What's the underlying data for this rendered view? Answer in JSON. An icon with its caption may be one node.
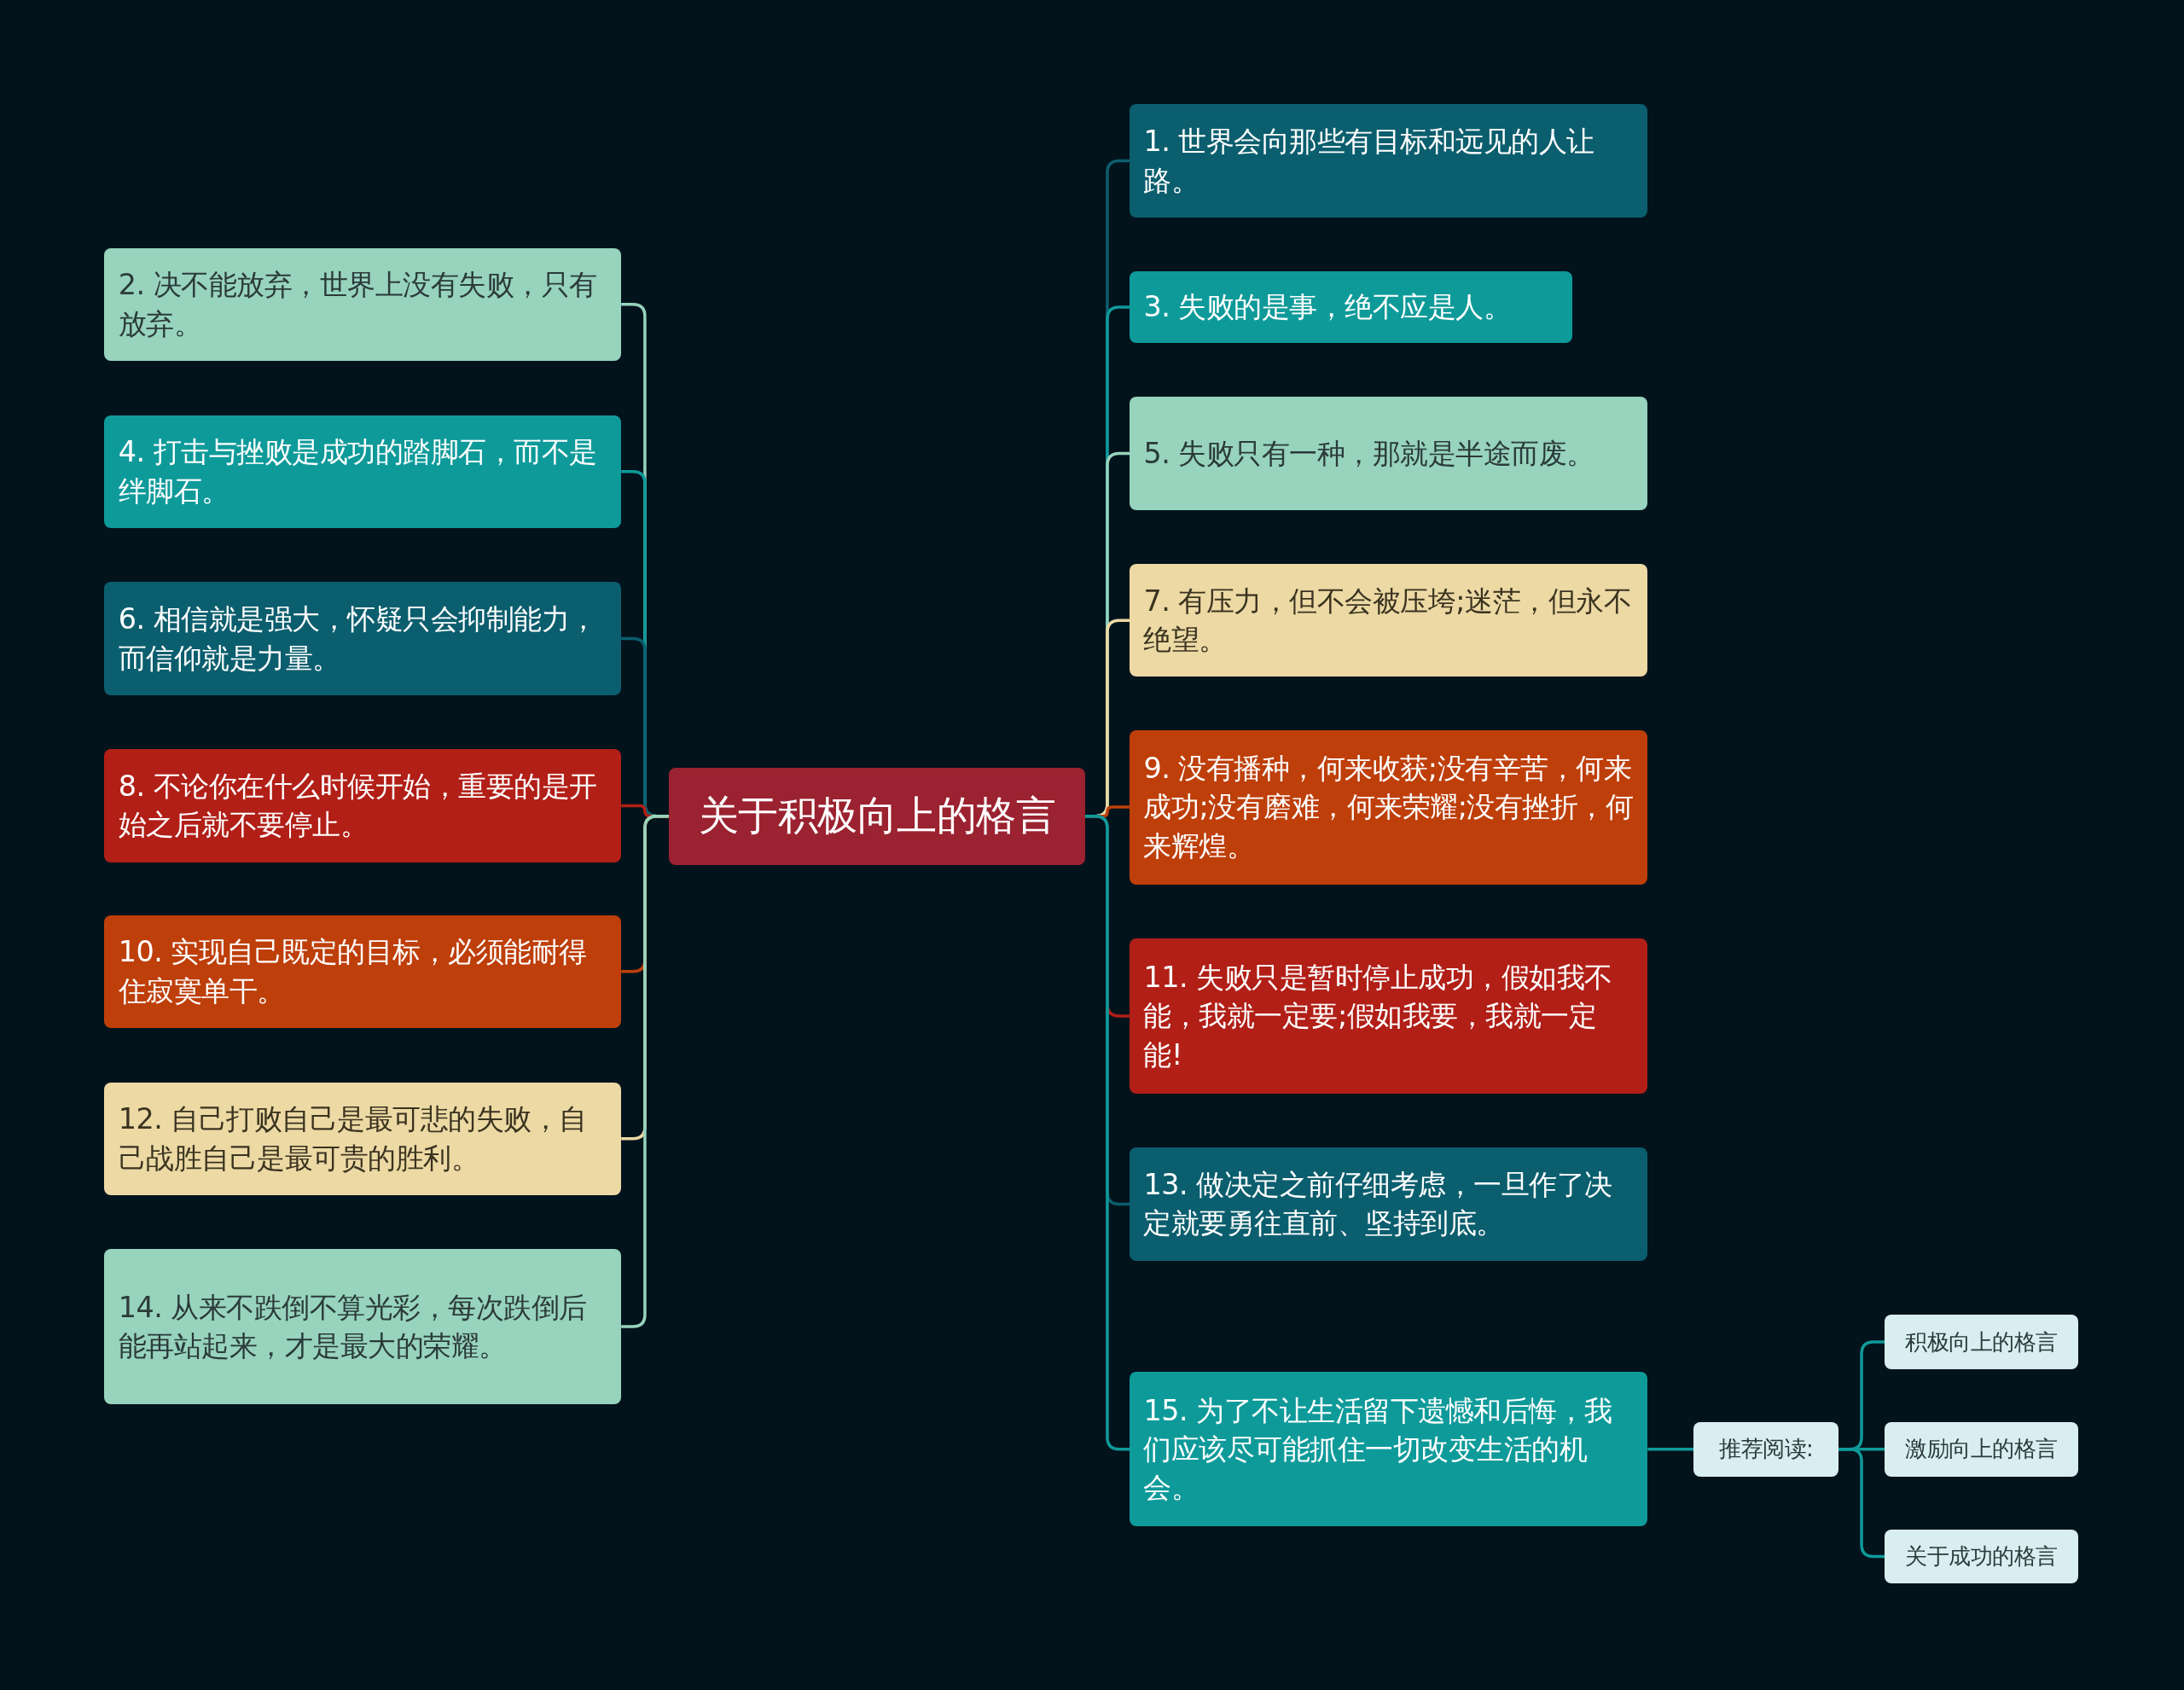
{
  "diagram": {
    "nodes": [
      {
        "text": [
          "关于积极向上的格言"
        ]
      },
      {
        "text": [
          "1. 世界会向那些有目标和远见的人让路。"
        ]
      },
      {
        "text": [
          "2. 决不能放弃，世界上没有失败，只有放弃。"
        ]
      },
      {
        "text": [
          "3. 失败的是事，绝不应是人。"
        ]
      },
      {
        "text": [
          "4. 打击与挫败是成功的踏脚石，而不是绊脚石。"
        ]
      },
      {
        "text": [
          "5. 失败只有一种，那就是半途而废。"
        ]
      },
      {
        "text": [
          "6. 相信就是强大，怀疑只会抑制能力，而信仰就是力量。"
        ]
      },
      {
        "text": [
          "7. 有压力，但不会被压垮;迷茫，但永不绝望。"
        ]
      },
      {
        "text": [
          "8. 不论你在什么时候开始，重要的是开始之后就不要停止。"
        ]
      },
      {
        "text": [
          "9. 没有播种，何来收获;没有辛苦，何来成功;没有磨难，何来荣耀;没有挫折，何来辉煌。"
        ]
      },
      {
        "text": [
          "10. 实现自己既定的目标，必须能耐得住寂寞单干。"
        ]
      },
      {
        "text": [
          "11. 失败只是暂时停止成功，假如我不能，我就一定要;假如我要，我就一定能!"
        ]
      },
      {
        "text": [
          "12. 自己打败自己是最可悲的失败，自己战胜自己是最可贵的胜利。"
        ]
      },
      {
        "text": [
          "13. 做决定之前仔细考虑，一旦作了决定就要勇往直前、坚持到底。"
        ]
      },
      {
        "text": [
          "14. 从来不跌倒不算光彩，每次跌倒后能再站起来，才是最大的荣耀。"
        ]
      },
      {
        "text": [
          "15. 为了不让生活留下遗憾和后悔，我们应该尽可能抓住一切改变生活的机会。"
        ]
      },
      {
        "text": [
          "推荐阅读:"
        ]
      },
      {
        "text": [
          "积极向上的格言"
        ]
      },
      {
        "text": [
          "激励向上的格言"
        ]
      },
      {
        "text": [
          "关于成功的格言"
        ]
      }
    ],
    "edges": [
      {
        "from": 0,
        "to": 1,
        "arrow": "none",
        "color": "#0b5e6e"
      },
      {
        "from": 0,
        "to": 2,
        "arrow": "none",
        "color": "#97d3bd"
      },
      {
        "from": 0,
        "to": 3,
        "arrow": "none",
        "color": "#0f9a9a"
      },
      {
        "from": 0,
        "to": 4,
        "arrow": "none",
        "color": "#0f9a9a"
      },
      {
        "from": 0,
        "to": 5,
        "arrow": "none",
        "color": "#97d3bd"
      },
      {
        "from": 0,
        "to": 6,
        "arrow": "none",
        "color": "#0b5e6e"
      },
      {
        "from": 0,
        "to": 7,
        "arrow": "none",
        "color": "#ecd9a4"
      },
      {
        "from": 0,
        "to": 8,
        "arrow": "none",
        "color": "#b11f17"
      },
      {
        "from": 0,
        "to": 9,
        "arrow": "none",
        "color": "#be3f0a"
      },
      {
        "from": 0,
        "to": 10,
        "arrow": "none",
        "color": "#be3f0a"
      },
      {
        "from": 0,
        "to": 11,
        "arrow": "none",
        "color": "#b11f17"
      },
      {
        "from": 0,
        "to": 12,
        "arrow": "none",
        "color": "#ecd9a4"
      },
      {
        "from": 0,
        "to": 13,
        "arrow": "none",
        "color": "#0b5e6e"
      },
      {
        "from": 0,
        "to": 14,
        "arrow": "none",
        "color": "#97d3bd"
      },
      {
        "from": 0,
        "to": 15,
        "arrow": "none",
        "color": "#0f9a9a"
      },
      {
        "from": 15,
        "to": 16,
        "arrow": "none",
        "color": "#0f9a9a"
      },
      {
        "from": 16,
        "to": 17,
        "arrow": "none",
        "color": "#0f9a9a"
      },
      {
        "from": 16,
        "to": 18,
        "arrow": "none",
        "color": "#0f9a9a"
      },
      {
        "from": 16,
        "to": 19,
        "arrow": "none",
        "color": "#0f9a9a"
      }
    ]
  }
}
